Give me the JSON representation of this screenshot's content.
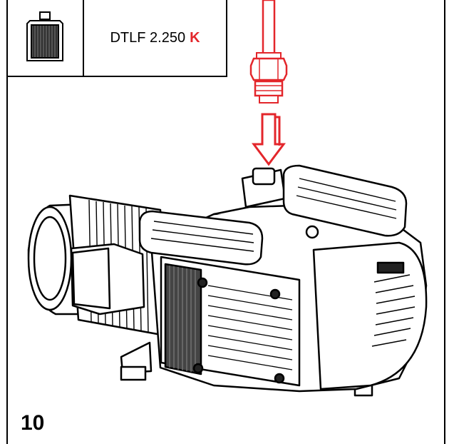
{
  "header": {
    "model_text": "DTLF 2.250",
    "variant_mark": "K",
    "icon": "filter-cartridge-icon"
  },
  "step_number": "10",
  "colors": {
    "accent": "#e3262b",
    "line": "#000000"
  },
  "illustration": {
    "subject": "vacuum-pump-icon",
    "arrow": "down-arrow-icon"
  }
}
